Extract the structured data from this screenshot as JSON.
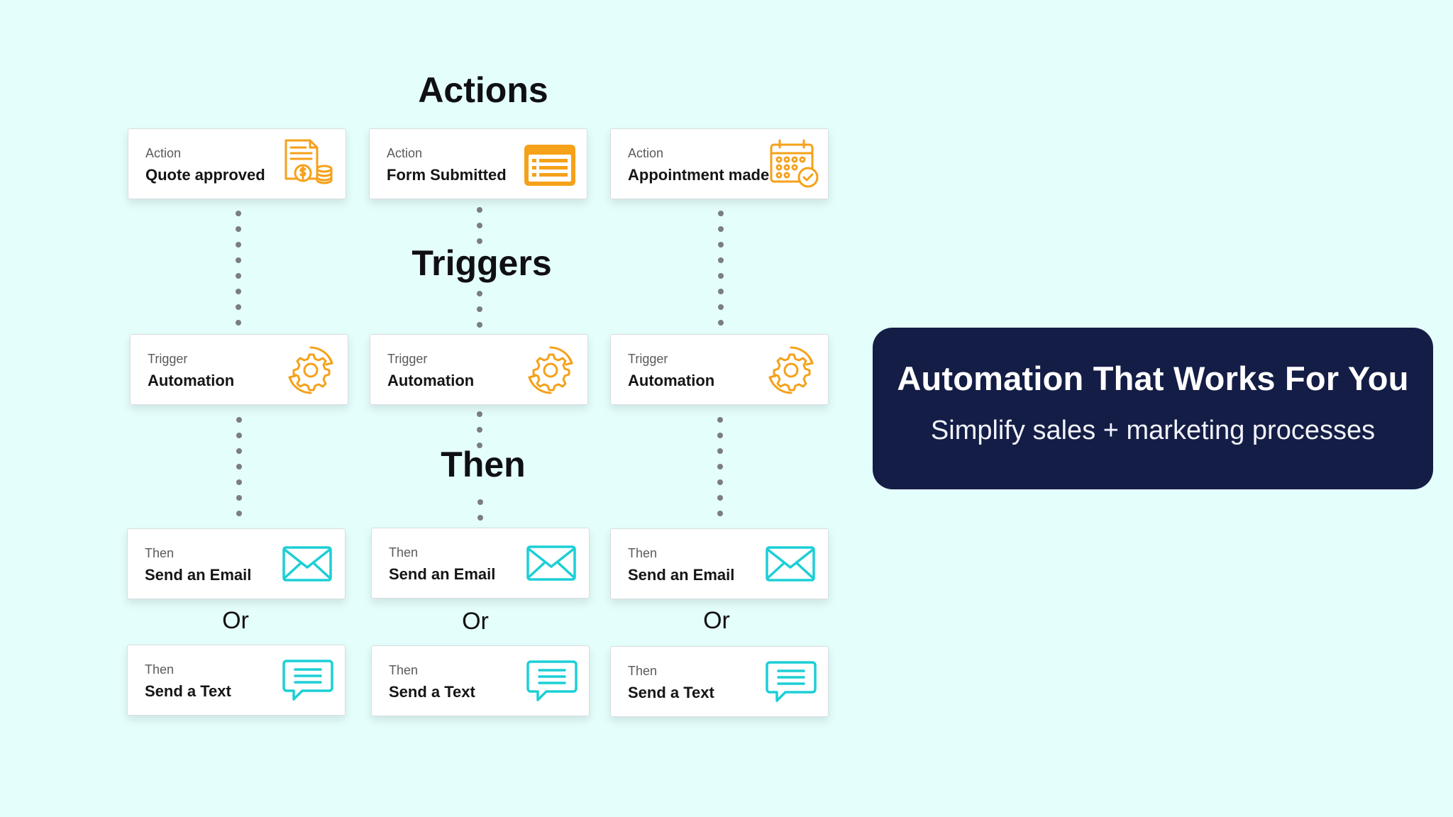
{
  "headings": {
    "actions": "Actions",
    "triggers": "Triggers",
    "then": "Then"
  },
  "actions": [
    {
      "kind": "Action",
      "title": "Quote approved",
      "icon": "quote-document-coins-icon"
    },
    {
      "kind": "Action",
      "title": "Form Submitted",
      "icon": "form-list-icon"
    },
    {
      "kind": "Action",
      "title": "Appointment made",
      "icon": "calendar-check-icon"
    }
  ],
  "triggers": [
    {
      "kind": "Trigger",
      "title": "Automation",
      "icon": "gear-cycle-icon"
    },
    {
      "kind": "Trigger",
      "title": "Automation",
      "icon": "gear-cycle-icon"
    },
    {
      "kind": "Trigger",
      "title": "Automation",
      "icon": "gear-cycle-icon"
    }
  ],
  "emails": [
    {
      "kind": "Then",
      "title": "Send an Email",
      "icon": "envelope-icon"
    },
    {
      "kind": "Then",
      "title": "Send an Email",
      "icon": "envelope-icon"
    },
    {
      "kind": "Then",
      "title": "Send an Email",
      "icon": "envelope-icon"
    }
  ],
  "or_labels": [
    "Or",
    "Or",
    "Or"
  ],
  "texts": [
    {
      "kind": "Then",
      "title": "Send a Text",
      "icon": "chat-bubble-icon"
    },
    {
      "kind": "Then",
      "title": "Send a Text",
      "icon": "chat-bubble-icon"
    },
    {
      "kind": "Then",
      "title": "Send a Text",
      "icon": "chat-bubble-icon"
    }
  ],
  "promo": {
    "title": "Automation That Works For You",
    "subtitle": "Simplify sales + marketing processes"
  },
  "colors": {
    "background": "#e4fefc",
    "orange_accent": "#f5a11a",
    "teal_accent": "#1ccfd6",
    "promo_bg": "#141d45",
    "dot": "#7b7d82"
  }
}
